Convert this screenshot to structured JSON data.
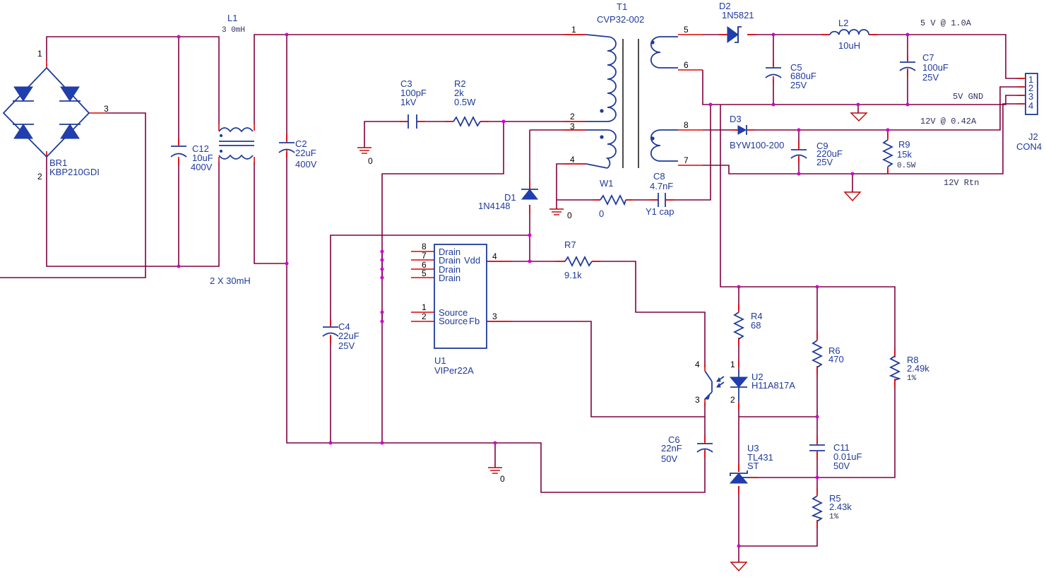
{
  "br1": {
    "ref": "BR1",
    "value": "KBP210GDI",
    "pin1": "1",
    "pin2": "2",
    "pin3": "3"
  },
  "l1": {
    "ref": "L1",
    "value": "3 0mH",
    "note": "2 X 30mH"
  },
  "c12": {
    "ref": "C12",
    "value": "10uF",
    "rating": "400V"
  },
  "c2": {
    "ref": "C2",
    "value": "22uF",
    "rating": "400V"
  },
  "t1": {
    "ref": "T1",
    "part": "CVP32-002",
    "pins": [
      "1",
      "2",
      "3",
      "4",
      "5",
      "6",
      "8",
      "7"
    ]
  },
  "c3": {
    "ref": "C3",
    "value": "100pF",
    "rating": "1kV"
  },
  "r2": {
    "ref": "R2",
    "value": "2k",
    "rating": "0.5W"
  },
  "d1": {
    "ref": "D1",
    "part": "1N4148"
  },
  "w1": {
    "ref": "W1",
    "value": "0"
  },
  "c8": {
    "ref": "C8",
    "value": "4.7nF",
    "rating": "Y1 cap"
  },
  "d2": {
    "ref": "D2",
    "part": "1N5821"
  },
  "c5": {
    "ref": "C5",
    "value": "680uF",
    "rating": "25V"
  },
  "l2": {
    "ref": "L2",
    "value": "10uH"
  },
  "c7": {
    "ref": "C7",
    "value": "100uF",
    "rating": "25V"
  },
  "d3": {
    "ref": "D3",
    "part": "BYW100-200"
  },
  "c9": {
    "ref": "C9",
    "value": "220uF",
    "rating": "25V"
  },
  "r9": {
    "ref": "R9",
    "value": "15k",
    "rating": "0.5W"
  },
  "outputs": {
    "v5": "5 V @ 1.0A",
    "gnd5": "5V GND",
    "v12": "12V @ 0.42A",
    "rtn12": "12V Rtn"
  },
  "j2": {
    "ref": "J2",
    "part": "CON4",
    "pins": [
      "1",
      "2",
      "3",
      "4"
    ]
  },
  "u1": {
    "ref": "U1",
    "part": "VIPer22A",
    "pins_left": [
      "8",
      "7",
      "6",
      "5",
      "1",
      "2"
    ],
    "pin_vdd": "4",
    "pin_fb": "3",
    "labels_left": [
      "Drain",
      "Drain",
      "Drain",
      "Drain",
      "Source",
      "Source"
    ],
    "label_vdd": "Vdd",
    "label_fb": "Fb"
  },
  "r7": {
    "ref": "R7",
    "value": "9.1k"
  },
  "c4": {
    "ref": "C4",
    "value": "22uF",
    "rating": "25V"
  },
  "u2": {
    "ref": "U2",
    "part": "H11A817A",
    "pins": [
      "4",
      "3",
      "1",
      "2"
    ]
  },
  "c6": {
    "ref": "C6",
    "value": "22nF",
    "rating": "50V"
  },
  "r4": {
    "ref": "R4",
    "value": "68"
  },
  "r6": {
    "ref": "R6",
    "value": "470"
  },
  "r8": {
    "ref": "R8",
    "value": "2.49k",
    "tol": "1%"
  },
  "u3": {
    "ref": "U3",
    "part": "TL431",
    "suffix": "ST"
  },
  "c11": {
    "ref": "C11",
    "value": "0.01uF",
    "rating": "50V"
  },
  "r5": {
    "ref": "R5",
    "value": "2.43k",
    "tol": "1%"
  },
  "gnd": {
    "label": "0"
  }
}
